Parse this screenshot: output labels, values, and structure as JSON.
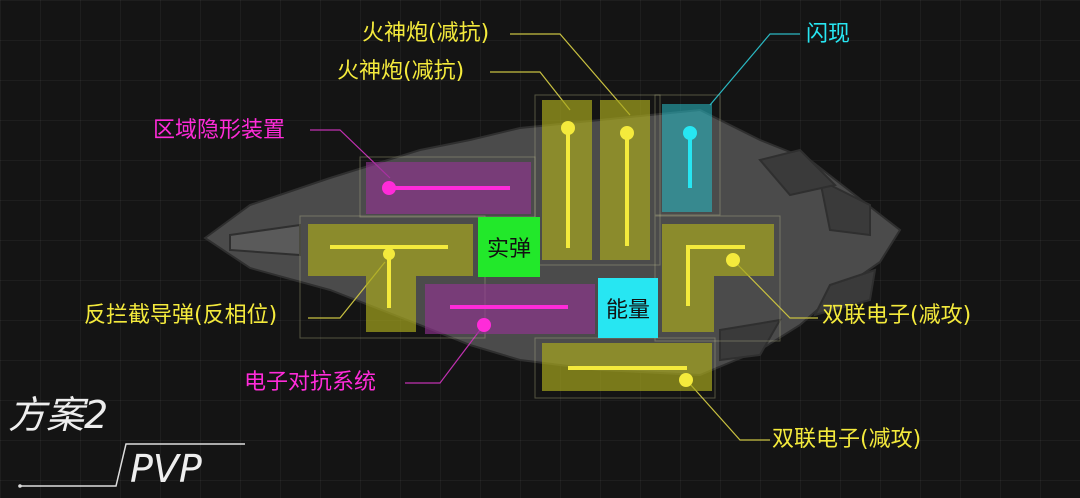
{
  "colors": {
    "yellow": "#f4ea3c",
    "magenta": "#ff2bd9",
    "cyan": "#27e6f2",
    "green": "#22e82a"
  },
  "labels": {
    "vulcan_top": "火神炮(减抗)",
    "vulcan_second": "火神炮(减抗)",
    "blink": "闪现",
    "area_stealth": "区域隐形装置",
    "anti_intercept": "反拦截导弹(反相位)",
    "twin_electron_right": "双联电子(减攻)",
    "ecm": "电子对抗系统",
    "twin_electron_bottom": "双联电子(减攻)"
  },
  "boxes": {
    "solid_projectile": "实弹",
    "energy": "能量"
  },
  "plan": {
    "title": "方案2",
    "subtitle": "PVP"
  }
}
